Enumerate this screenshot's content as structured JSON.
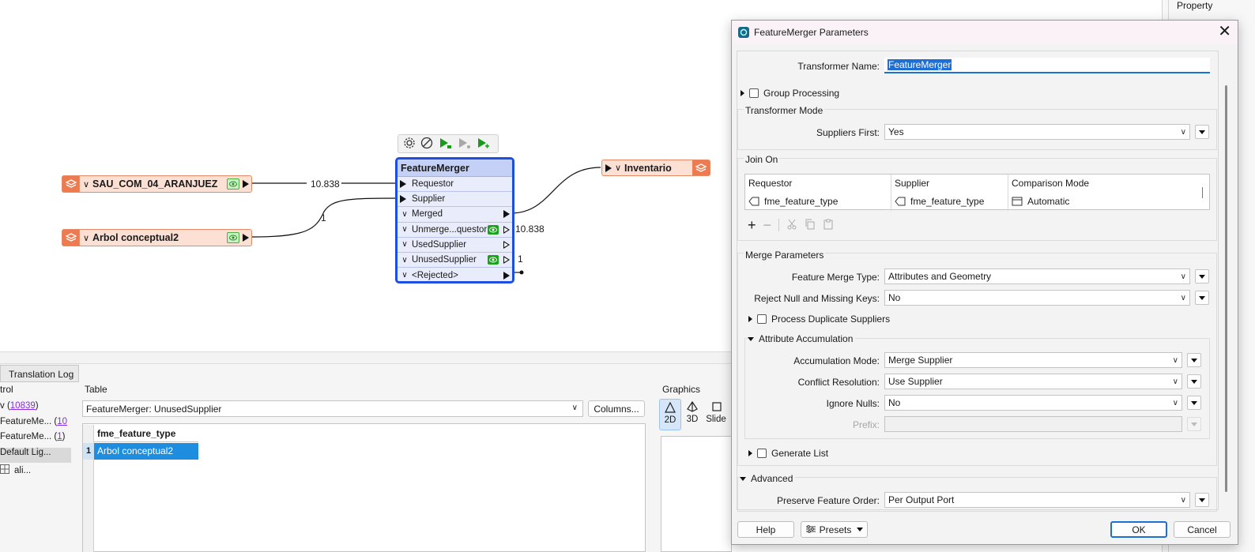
{
  "canvas": {
    "readers": [
      {
        "name": "SAU_COM_04_ARANJUEZ",
        "count": "10.838"
      },
      {
        "name": "Arbol conceptual2",
        "count": "1"
      }
    ],
    "writer": {
      "name": "Inventario"
    },
    "transformer": {
      "title": "FeatureMerger",
      "ports": [
        {
          "label": "Requestor"
        },
        {
          "label": "Supplier"
        },
        {
          "label": "Merged"
        },
        {
          "label": "Unmerge...questor",
          "count": "10.838"
        },
        {
          "label": "UsedSupplier"
        },
        {
          "label": "UnusedSupplier",
          "count": "1"
        },
        {
          "label": "<Rejected>"
        }
      ]
    }
  },
  "bottom": {
    "tab_translation_log": "Translation Log",
    "control_header": "trol",
    "control_items": [
      {
        "prefix": "v (",
        "link": "10839",
        "suffix": ")"
      },
      {
        "prefix": "FeatureMe... (",
        "link": "10",
        "suffix": ""
      },
      {
        "prefix": "FeatureMe... (",
        "link": "1",
        "suffix": ")"
      },
      {
        "prefix": "Default Lig...",
        "link": "",
        "suffix": ""
      },
      {
        "prefix": "ali...",
        "link": "",
        "suffix": ""
      }
    ],
    "table_header": "Table",
    "table_select": "FeatureMerger: UnusedSupplier",
    "columns_button": "Columns...",
    "table_column": "fme_feature_type",
    "table_row_num": "1",
    "table_cell": "Arbol conceptual2",
    "graphics_header": "Graphics",
    "graphics_buttons": [
      "2D",
      "3D",
      "Slide"
    ]
  },
  "prop_strip": {
    "label": "Property"
  },
  "dialog": {
    "title": "FeatureMerger Parameters",
    "transformer_name_label": "Transformer Name:",
    "transformer_name_value": "FeatureMerger",
    "group_processing": "Group Processing",
    "transformer_mode_header": "Transformer Mode",
    "suppliers_first_label": "Suppliers First:",
    "suppliers_first_value": "Yes",
    "join_on_header": "Join On",
    "join_columns": [
      "Requestor",
      "Supplier",
      "Comparison Mode"
    ],
    "join_row": [
      "fme_feature_type",
      "fme_feature_type",
      "Automatic"
    ],
    "merge_params_header": "Merge Parameters",
    "feature_merge_type_label": "Feature Merge Type:",
    "feature_merge_type_value": "Attributes and Geometry",
    "reject_null_label": "Reject Null and Missing Keys:",
    "reject_null_value": "No",
    "process_duplicate": "Process Duplicate Suppliers",
    "attr_accum_header": "Attribute Accumulation",
    "accum_mode_label": "Accumulation Mode:",
    "accum_mode_value": "Merge Supplier",
    "conflict_label": "Conflict Resolution:",
    "conflict_value": "Use Supplier",
    "ignore_nulls_label": "Ignore Nulls:",
    "ignore_nulls_value": "No",
    "prefix_label": "Prefix:",
    "generate_list": "Generate List",
    "advanced_header": "Advanced",
    "preserve_order_label": "Preserve Feature Order:",
    "preserve_order_value": "Per Output Port",
    "help_button": "Help",
    "presets_button": "Presets",
    "ok_button": "OK",
    "cancel_button": "Cancel"
  },
  "colors": {
    "accent": "#1d4ee0",
    "reader_fill": "#fde0d4",
    "selection": "#1e8de0"
  }
}
